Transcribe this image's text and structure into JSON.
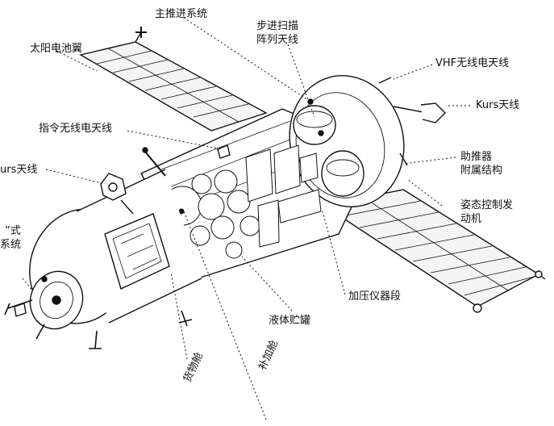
{
  "labels": {
    "main_propulsion": "主推进系统",
    "step_scan_array": [
      "步进扫描",
      "阵列天线"
    ],
    "solar_wing": "太阳电池翼",
    "vhf_antenna": "VHF无线电天线",
    "kurs_right": "Kurs天线",
    "command_antenna": "指令无线电天线",
    "kurs_left": "urs天线",
    "booster_attach": [
      "助推器",
      "附属结构"
    ],
    "docking_system": [
      "”式",
      "系统"
    ],
    "attitude_control": [
      "姿态控制发",
      "动机"
    ],
    "pressurized_section": "加压仪器段",
    "liquid_tank": "液体贮罐",
    "cargo_module": "货物舱",
    "refuel_module": "补加舱"
  },
  "colors": {
    "line": "#111111",
    "fill": "#ffffff",
    "panel": "#f4f4f4"
  }
}
